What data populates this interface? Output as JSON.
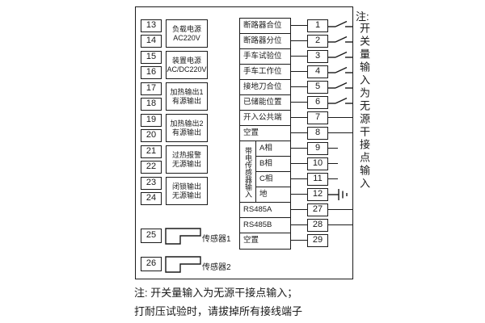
{
  "diagram": {
    "left_groups": [
      {
        "n1": "13",
        "n2": "14",
        "line1": "负载电源",
        "line2": "AC220V"
      },
      {
        "n1": "15",
        "n2": "16",
        "line1": "装置电源",
        "line2": "AC/DC220V"
      },
      {
        "n1": "17",
        "n2": "18",
        "line1": "加热输出1",
        "line2": "有源输出"
      },
      {
        "n1": "19",
        "n2": "20",
        "line1": "加热输出2",
        "line2": "有源输出"
      },
      {
        "n1": "21",
        "n2": "22",
        "line1": "过热报警",
        "line2": "无源输出"
      },
      {
        "n1": "23",
        "n2": "24",
        "line1": "闭锁输出",
        "line2": "无源输出"
      }
    ],
    "sensors": [
      {
        "n": "25",
        "label": "传感器1"
      },
      {
        "n": "26",
        "label": "传感器2"
      }
    ],
    "right_rows": [
      {
        "label": "断路器合位",
        "n": "1",
        "symbol": "switch-contact"
      },
      {
        "label": "断路器分位",
        "n": "2",
        "symbol": "switch-contact"
      },
      {
        "label": "手车试验位",
        "n": "3",
        "symbol": "switch-contact"
      },
      {
        "label": "手车工作位",
        "n": "4",
        "symbol": "switch-contact"
      },
      {
        "label": "接地刀合位",
        "n": "5",
        "symbol": "switch-contact"
      },
      {
        "label": "已储能位置",
        "n": "6",
        "symbol": "switch-contact"
      },
      {
        "label": "开入公共端",
        "n": "7",
        "symbol": "wire"
      },
      {
        "label": "空置",
        "n": "8",
        "symbol": "wire"
      }
    ],
    "live_sensor_group": {
      "vertical_label": "带电传感器输入",
      "rows": [
        {
          "label": "A相",
          "n": "9",
          "symbol": "wire"
        },
        {
          "label": "B相",
          "n": "10",
          "symbol": "wire"
        },
        {
          "label": "C相",
          "n": "11",
          "symbol": "wire"
        },
        {
          "label": "地",
          "n": "12",
          "symbol": "ground"
        }
      ]
    },
    "comm_rows": [
      {
        "label": "RS485A",
        "n": "27",
        "symbol": "wire"
      },
      {
        "label": "RS485B",
        "n": "28",
        "symbol": "wire"
      },
      {
        "label": "空置",
        "n": "29",
        "symbol": "none"
      }
    ],
    "side_note": {
      "prefix": "注:",
      "vertical_text": "开关量输入为无源干接点输入"
    },
    "bottom_notes": [
      "注: 开关量输入为无源干接点输入；",
      "打耐压试验时，请拔掉所有接线端子"
    ],
    "colors": {
      "ink": "#1a1a1a",
      "background": "#ffffff"
    }
  }
}
